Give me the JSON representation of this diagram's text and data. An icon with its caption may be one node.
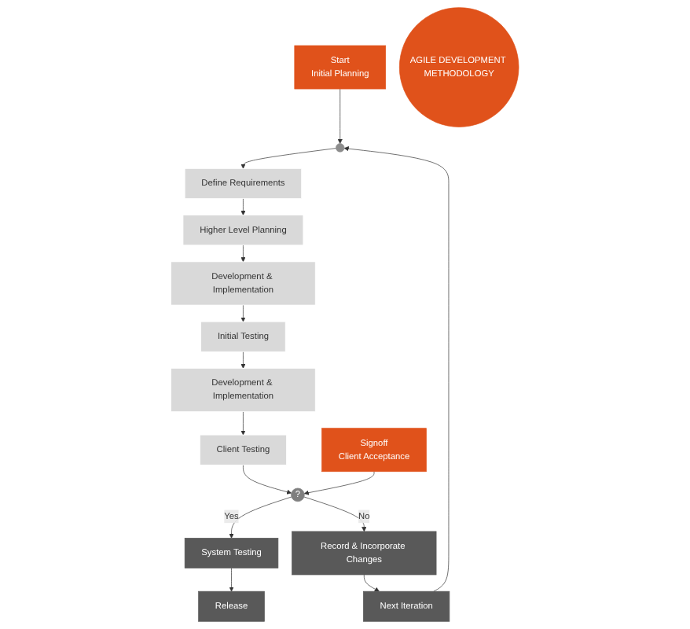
{
  "diagram": {
    "nodes": [
      {
        "text": [
          "Start",
          "Initial Planning"
        ]
      },
      {
        "text": [],
        "shape": "circle"
      },
      {
        "text": [
          "Define Requirements"
        ]
      },
      {
        "text": [
          "Higher Level Planning"
        ]
      },
      {
        "text": [
          "Development & Implementation"
        ]
      },
      {
        "text": [
          "Initial Testing"
        ]
      },
      {
        "text": [
          "Development & Implementation"
        ]
      },
      {
        "text": [
          "Client Testing"
        ]
      },
      {
        "text": [
          "?"
        ]
      },
      {
        "text": [
          "Signoff",
          "Client Acceptance"
        ]
      },
      {
        "text": [
          "System Testing"
        ]
      },
      {
        "text": [
          "Release"
        ]
      },
      {
        "text": [
          "Record & Incorporate Changes"
        ]
      },
      {
        "text": [
          "Next Iteration"
        ]
      },
      {
        "text": [
          "AGILE DEVELOPMENT METHODOLOGY"
        ]
      }
    ],
    "edges": [
      {
        "from": 0,
        "to": 1,
        "arrow": "to"
      },
      {
        "from": 1,
        "to": 2,
        "arrow": "to"
      },
      {
        "from": 2,
        "to": 3,
        "arrow": "to"
      },
      {
        "from": 3,
        "to": 4,
        "arrow": "to"
      },
      {
        "from": 4,
        "to": 5,
        "arrow": "to"
      },
      {
        "from": 5,
        "to": 6,
        "arrow": "to"
      },
      {
        "from": 6,
        "to": 7,
        "arrow": "to"
      },
      {
        "from": 7,
        "to": 8,
        "arrow": "to"
      },
      {
        "from": 9,
        "to": 8,
        "arrow": "to"
      },
      {
        "from": 8,
        "to": 10,
        "label": "Yes",
        "arrow": "to"
      },
      {
        "from": 10,
        "to": 11,
        "arrow": "to"
      },
      {
        "from": 8,
        "to": 12,
        "label": "No",
        "arrow": "to"
      },
      {
        "from": 12,
        "to": 13,
        "arrow": "to"
      },
      {
        "from": 13,
        "to": 1,
        "arrow": "to"
      }
    ]
  }
}
